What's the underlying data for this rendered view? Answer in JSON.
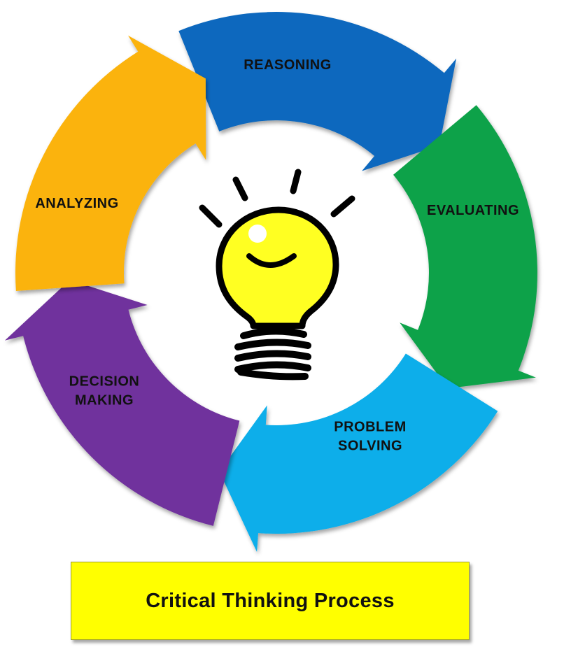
{
  "diagram": {
    "type": "cycle",
    "steps": [
      {
        "label_lines": [
          "REASONING"
        ],
        "color": "#0a68be"
      },
      {
        "label_lines": [
          "EVALUATING"
        ],
        "color": "#0ba24a"
      },
      {
        "label_lines": [
          "PROBLEM",
          "SOLVING"
        ],
        "color": "#07aeea"
      },
      {
        "label_lines": [
          "DECISION",
          "MAKING"
        ],
        "color": "#70309d"
      },
      {
        "label_lines": [
          "ANALYZING"
        ],
        "color": "#fbb30f"
      }
    ],
    "center_icon": "smiling-lightbulb-icon",
    "bulb_color": "#ffff22"
  },
  "title": {
    "text": "Critical Thinking Process",
    "background": "#ffff00"
  }
}
